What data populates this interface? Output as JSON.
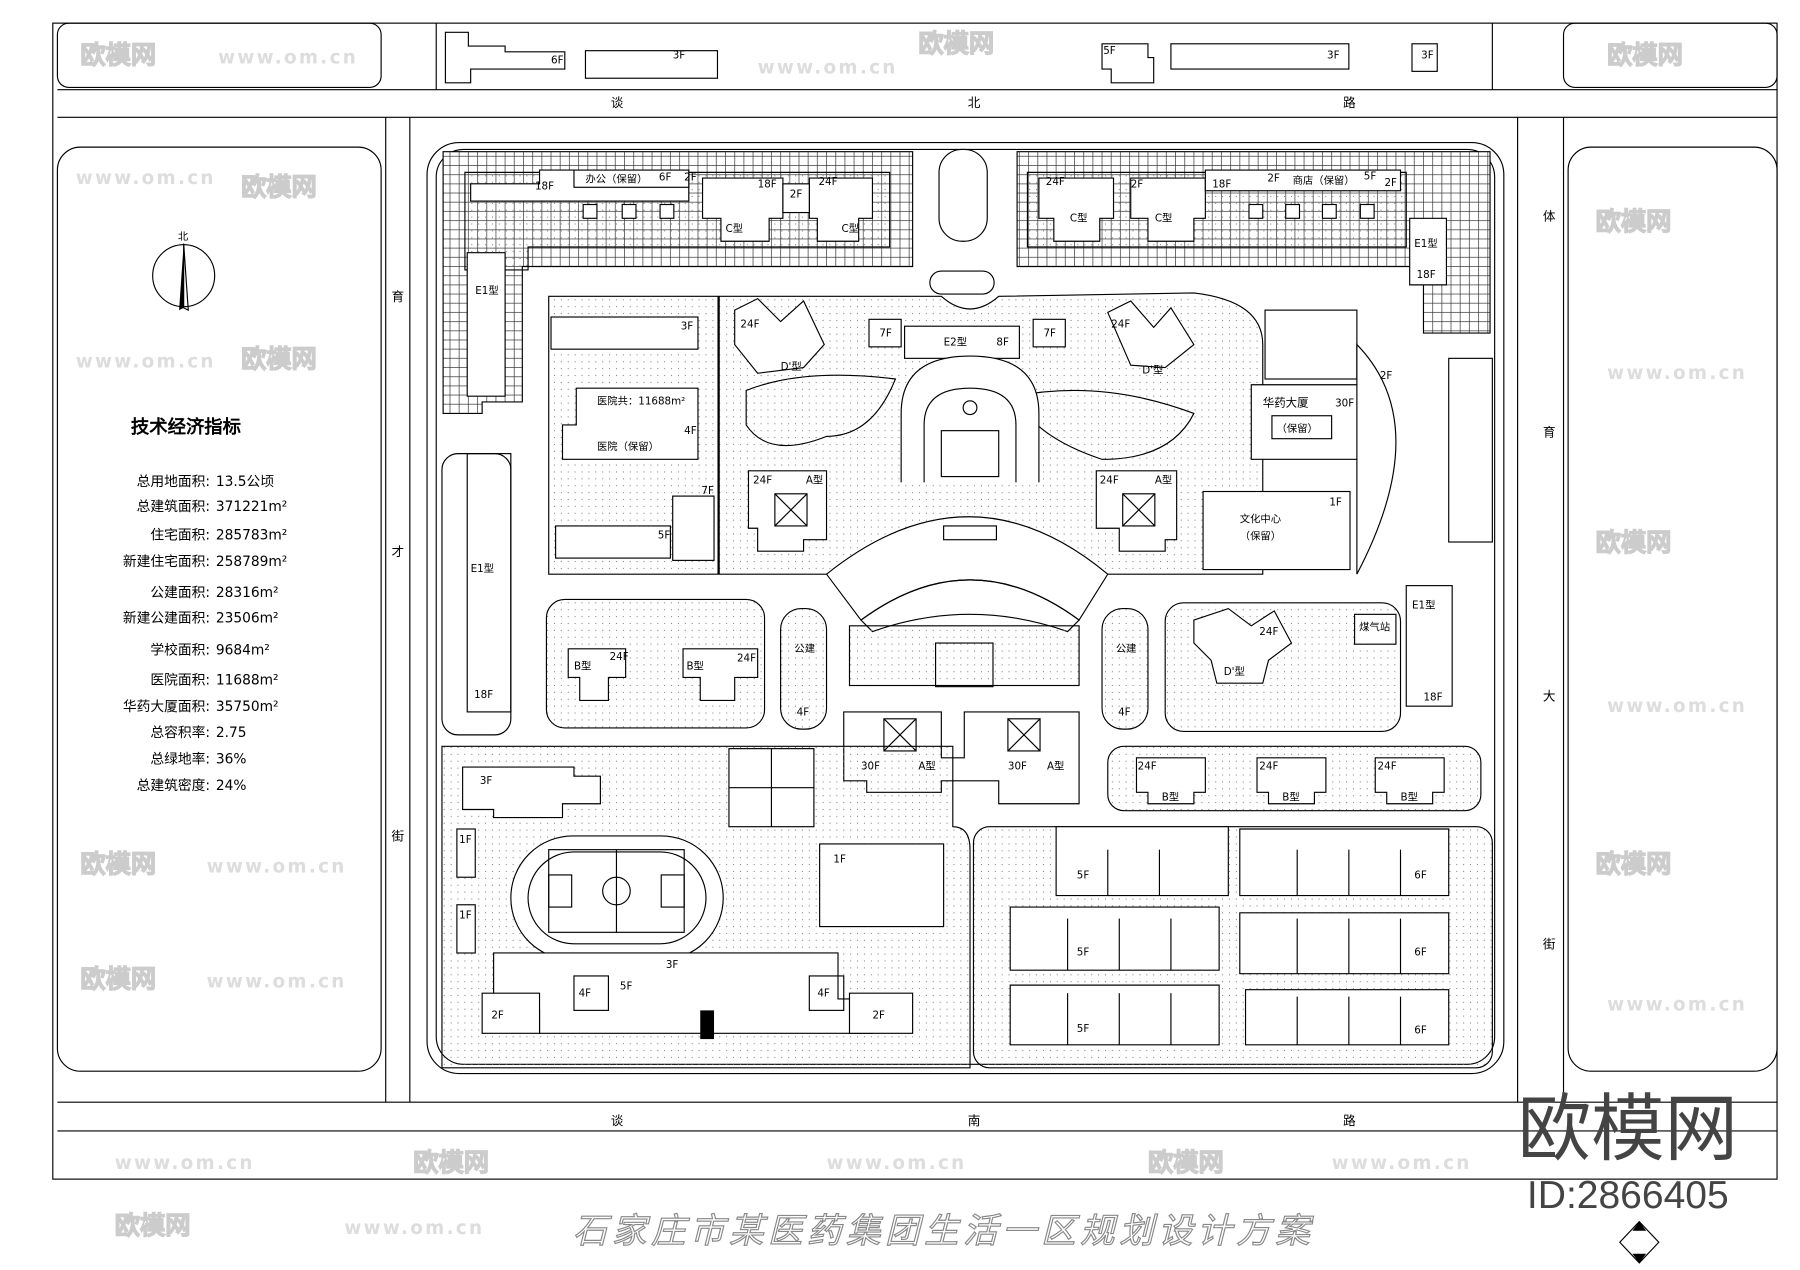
{
  "plan_title": "石家庄市某医药集团生活一区规划设计方案",
  "logo": {
    "name": "欧模网",
    "id": "ID:2866405"
  },
  "watermarks": {
    "site": "www.om.cn",
    "brand": "欧模网"
  },
  "compass": {
    "north_label": "北"
  },
  "streets": {
    "north": [
      "谈",
      "北",
      "路"
    ],
    "south": [
      "谈",
      "南",
      "路"
    ],
    "west": [
      "育",
      "才",
      "街"
    ],
    "east": [
      "体",
      "育",
      "大",
      "街"
    ]
  },
  "indicators": {
    "title": "技术经济指标",
    "rows": [
      {
        "label": "总用地面积:",
        "value": "13.5公顷"
      },
      {
        "label": "总建筑面积:",
        "value": "371221m²"
      },
      {
        "label": "住宅面积:",
        "value": "285783m²"
      },
      {
        "label": "新建住宅面积:",
        "value": "258789m²"
      },
      {
        "label": "公建面积:",
        "value": "28316m²"
      },
      {
        "label": "新建公建面积:",
        "value": "23506m²"
      },
      {
        "label": "学校面积:",
        "value": "9684m²"
      },
      {
        "label": "医院面积:",
        "value": "11688m²"
      },
      {
        "label": "华药大厦面积:",
        "value": "35750m²"
      },
      {
        "label": "总容积率:",
        "value": "2.75"
      },
      {
        "label": "总绿地率:",
        "value": "36%"
      },
      {
        "label": "总建筑密度:",
        "value": "24%"
      }
    ]
  },
  "labels": [
    "6F",
    "3F",
    "5F",
    "3F",
    "3F",
    "18F",
    "办公（保留）",
    "6F",
    "2F",
    "18F",
    "2F",
    "24F",
    "C型",
    "C型",
    "E1型",
    "24F",
    "2F",
    "18F",
    "2F",
    "商店（保留）",
    "5F",
    "2F",
    "C型",
    "C型",
    "E1型",
    "18F",
    "3F",
    "医院共：11688m²",
    "4F",
    "医院（保留）",
    "7F",
    "5F",
    "24F",
    "D'型",
    "7F",
    "E2型",
    "8F",
    "7F",
    "24F",
    "D'型",
    "24F",
    "A型",
    "24F",
    "A型",
    "华药大厦",
    "30F",
    "（保留）",
    "2F",
    "文化中心",
    "（保留）",
    "1F",
    "24F",
    "B型",
    "24F",
    "B型",
    "公建",
    "4F",
    "公建",
    "4F",
    "24F",
    "D'型",
    "煤气站",
    "E1型",
    "18F",
    "E1型",
    "18F",
    "30F",
    "A型",
    "30F",
    "A型",
    "24F",
    "B型",
    "24F",
    "B型",
    "24F",
    "B型",
    "3F",
    "1F",
    "1F",
    "1F",
    "3F",
    "5F",
    "4F",
    "4F",
    "2F",
    "2F",
    "5F",
    "5F",
    "5F",
    "6F",
    "6F",
    "6F"
  ]
}
